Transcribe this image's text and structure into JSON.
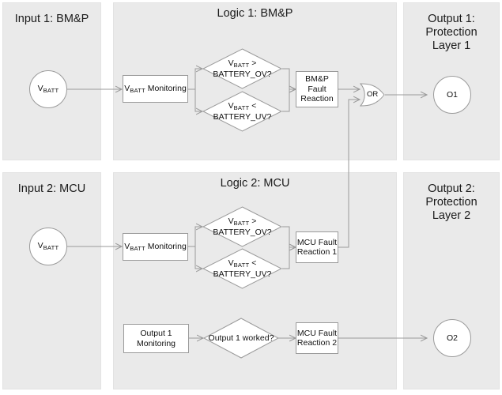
{
  "diagram": {
    "title_bar": null,
    "panels": [
      {
        "id": "input1",
        "title": "Input 1: BM&P"
      },
      {
        "id": "logic1",
        "title": "Logic 1: BM&P"
      },
      {
        "id": "output1",
        "title": "Output 1:\nProtection\nLayer 1",
        "lines": [
          "Output 1:",
          "Protection",
          "Layer 1"
        ]
      },
      {
        "id": "input2",
        "title": "Input 2: MCU"
      },
      {
        "id": "logic2",
        "title": "Logic 2: MCU"
      },
      {
        "id": "output2",
        "title": "Output 2:\nProtection\nLayer 2",
        "lines": [
          "Output 2:",
          "Protection",
          "Layer 2"
        ]
      }
    ],
    "nodes": {
      "in1_vbatt": {
        "main": "V",
        "sub": "BATT",
        "shape": "circle"
      },
      "in2_vbatt": {
        "main": "V",
        "sub": "BATT",
        "shape": "circle"
      },
      "mon1_pre": {
        "main": "V",
        "sub": "BATT",
        "post": " Monitoring",
        "shape": "rect"
      },
      "mon2_pre": {
        "main": "V",
        "sub": "BATT",
        "post": " Monitoring",
        "shape": "rect"
      },
      "ov1_l1": {
        "main": "V",
        "sub": "BATT",
        "post": " >"
      },
      "ov1_l2": {
        "text": "BATTERY_OV?"
      },
      "uv1_l1": {
        "main": "V",
        "sub": "BATT",
        "post": " <"
      },
      "uv1_l2": {
        "text": "BATTERY_UV?"
      },
      "ov2_l1": {
        "main": "V",
        "sub": "BATT",
        "post": " >"
      },
      "ov2_l2": {
        "text": "BATTERY_OV?"
      },
      "uv2_l1": {
        "main": "V",
        "sub": "BATT",
        "post": " <"
      },
      "uv2_l2": {
        "text": "BATTERY_UV?"
      },
      "bmp_fault": {
        "lines": [
          "BM&P",
          "Fault",
          "Reaction"
        ],
        "shape": "rect"
      },
      "mcu_fault_1": {
        "lines": [
          "MCU Fault",
          "Reaction 1"
        ],
        "shape": "rect"
      },
      "mcu_fault_2": {
        "lines": [
          "MCU Fault",
          "Reaction 2"
        ],
        "shape": "rect"
      },
      "out1_monitoring": {
        "lines": [
          "Output 1",
          "Monitoring"
        ],
        "shape": "rect"
      },
      "out1_worked": {
        "text": "Output 1 worked?",
        "shape": "diamond"
      },
      "or_gate": {
        "text": "OR",
        "shape": "or-gate"
      },
      "o1": {
        "text": "O1",
        "shape": "circle"
      },
      "o2": {
        "text": "O2",
        "shape": "circle"
      }
    },
    "colors": {
      "panel_fill": "#eaeaea",
      "node_fill": "#ffffff",
      "node_stroke": "#9a9a9a",
      "wire": "#9a9a9a",
      "text": "#1a1a1a",
      "page_bg": "#ffffff"
    }
  }
}
